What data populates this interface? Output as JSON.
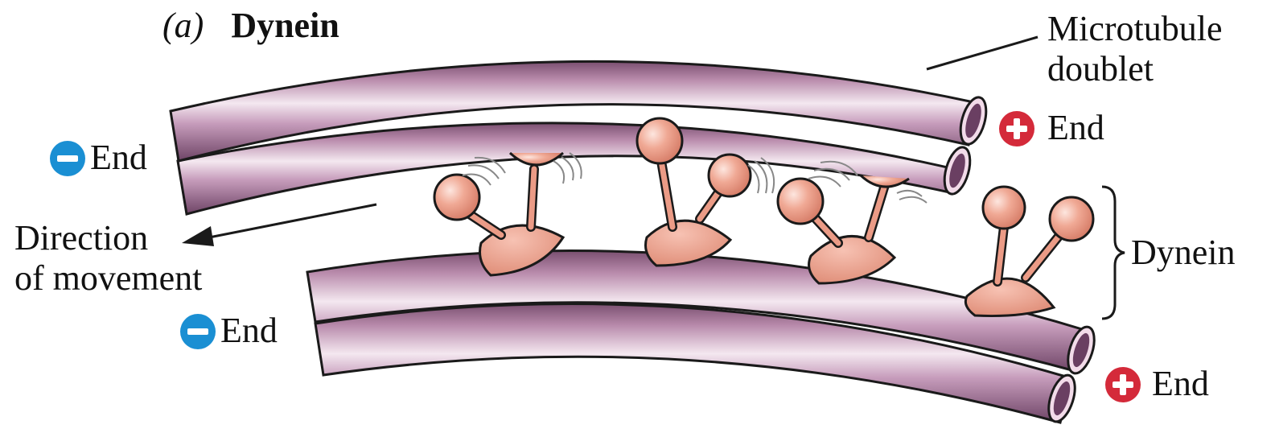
{
  "title": {
    "panel": "(a)",
    "name": "Dynein"
  },
  "labels": {
    "microtubule_line1": "Microtubule",
    "microtubule_line2": "doublet",
    "direction_line1": "Direction",
    "direction_line2": "of movement",
    "dynein": "Dynein",
    "end": "End"
  },
  "end_markers": [
    {
      "sign": "minus",
      "text": "End"
    },
    {
      "sign": "plus",
      "text": "End"
    },
    {
      "sign": "minus",
      "text": "End"
    },
    {
      "sign": "plus",
      "text": "End"
    }
  ],
  "colors": {
    "tubule": "#a87c9d",
    "tubule_highlight": "#f3e6ef",
    "tubule_dark": "#6a3f62",
    "dynein": "#eb9b86",
    "minus": "#1a8fd3",
    "plus": "#d42a3a"
  },
  "icons": [
    "minus-sign-icon",
    "plus-sign-icon",
    "direction-arrow-icon",
    "dynein-bracket-icon"
  ]
}
